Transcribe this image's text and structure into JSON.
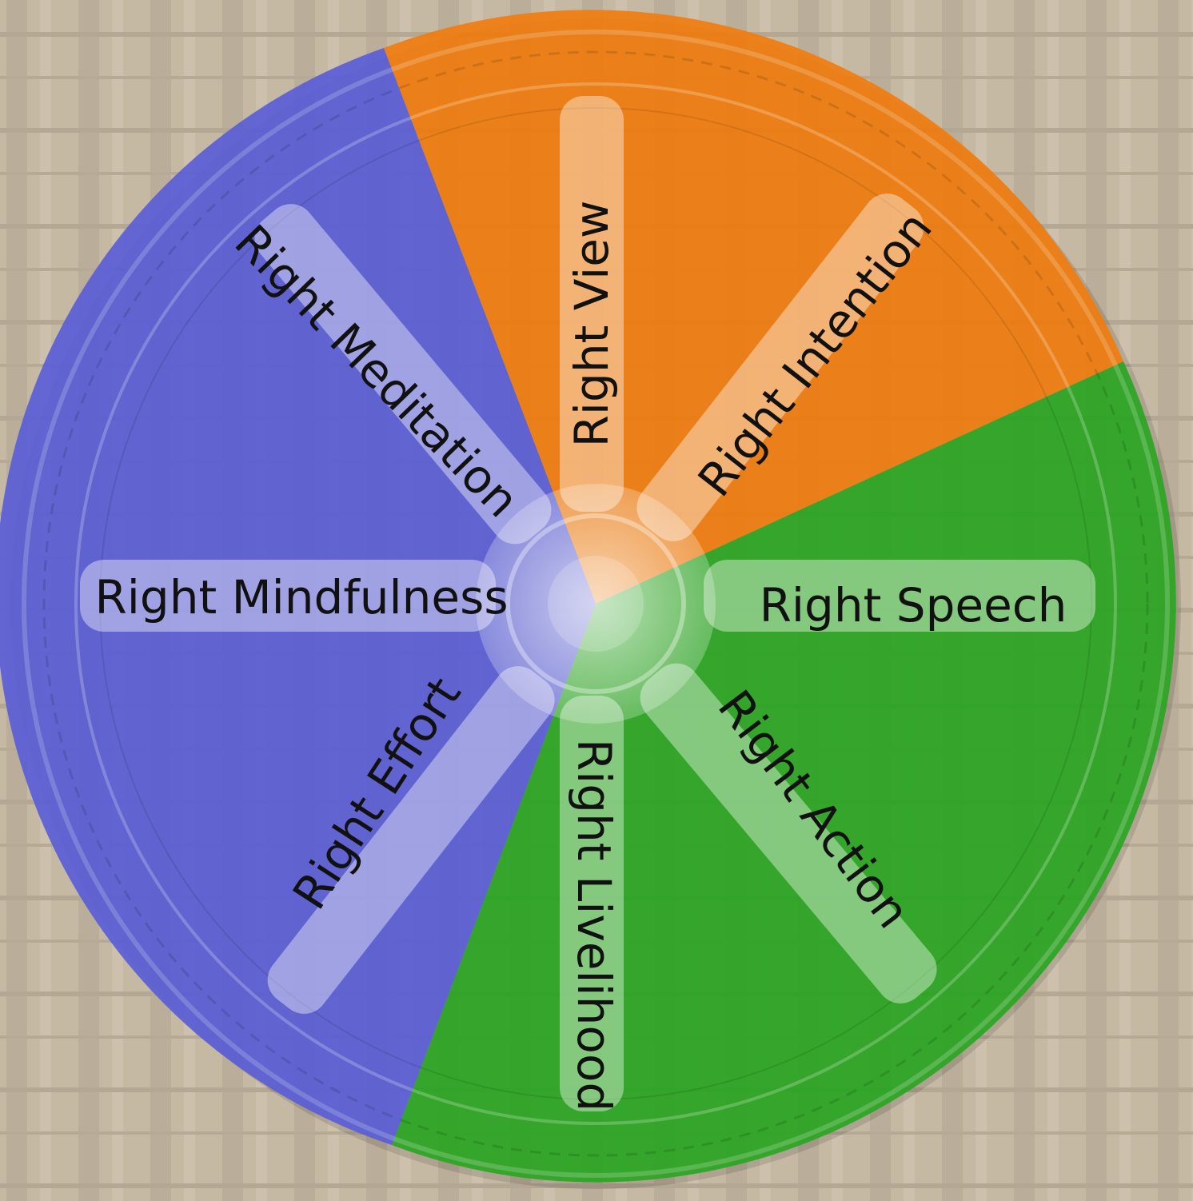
{
  "wheel": {
    "segments": [
      {
        "key": "wisdom",
        "color": "#f07d10",
        "labels": [
          "Right View",
          "Right Intention"
        ]
      },
      {
        "key": "ethical-conduct",
        "color": "#2aa623",
        "labels": [
          "Right Speech",
          "Right Action",
          "Right Livelihood"
        ]
      },
      {
        "key": "concentration",
        "color": "#5a5ed6",
        "labels": [
          "Right Effort",
          "Right Mindfulness",
          "Right Meditation"
        ]
      }
    ]
  },
  "background": {
    "color": "#b8a992"
  },
  "labels": {
    "view": "Right View",
    "intention": "Right Intention",
    "speech": "Right Speech",
    "action": "Right Action",
    "livelihood": "Right Livelihood",
    "effort": "Right Effort",
    "mindfulness": "Right Mindfulness",
    "meditation": "Right Meditation"
  }
}
